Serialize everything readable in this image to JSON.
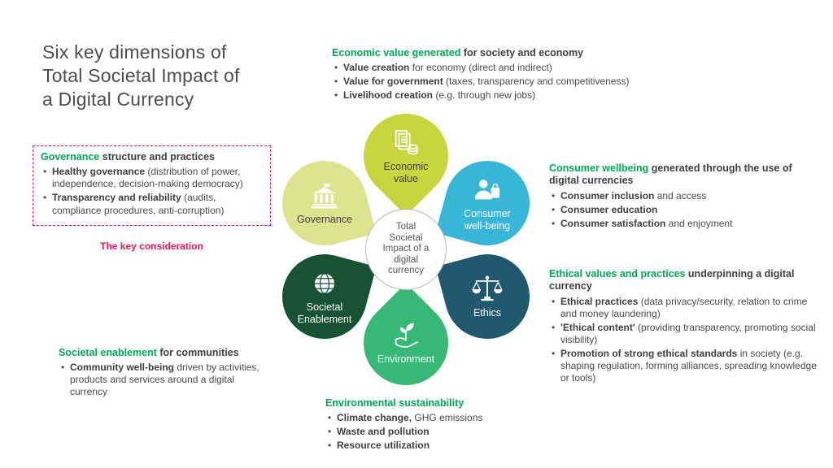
{
  "title": "Six key dimensions of\nTotal Societal Impact of\na Digital Currency",
  "colors": {
    "heading_green": "#00a859",
    "accent_red": "#e6195e",
    "title_text": "#4a5049",
    "body_text": "#4a4a4a",
    "petal_economic": "#c9d53d",
    "petal_consumer": "#38b6d8",
    "petal_ethics": "#20586e",
    "petal_environment": "#37b877",
    "petal_societal": "#175233",
    "petal_governance": "#dce48f",
    "center_bg": "#ffffff"
  },
  "center": {
    "label": "Total\nSocietal\nImpact of a\ndigital\ncurrency"
  },
  "petals": [
    {
      "label": "Economic\nvalue",
      "icon": "documents-coins-icon",
      "color": "#c9d53d",
      "text_color": "#3f3f3f"
    },
    {
      "label": "Consumer\nwell-being",
      "icon": "consumer-shopper-icon",
      "color": "#38b6d8",
      "text_color": "#ffffff"
    },
    {
      "label": "Ethics",
      "icon": "balance-scale-icon",
      "color": "#20586e",
      "text_color": "#ffffff"
    },
    {
      "label": "Environment",
      "icon": "hand-plant-icon",
      "color": "#37b877",
      "text_color": "#ffffff"
    },
    {
      "label": "Societal\nEnablement",
      "icon": "globe-icon",
      "color": "#175233",
      "text_color": "#ffffff"
    },
    {
      "label": "Governance",
      "icon": "bank-icon",
      "color": "#dce48f",
      "text_color": "#3f3f3f"
    }
  ],
  "callouts": {
    "economic": {
      "highlight": "Economic value generated",
      "rest": " for society and economy",
      "bullets": [
        {
          "bold": "Value creation",
          "rest": " for economy (direct and indirect)"
        },
        {
          "bold": "Value for government",
          "rest": " (taxes, transparency and competitiveness)"
        },
        {
          "bold": "Livelihood creation",
          "rest": " (e.g. through new jobs)"
        }
      ]
    },
    "consumer": {
      "highlight": "Consumer wellbeing",
      "rest": " generated through the use of digital currencies",
      "bullets": [
        {
          "bold": "Consumer inclusion",
          "rest": " and access"
        },
        {
          "bold": "Consumer education",
          "rest": ""
        },
        {
          "bold": "Consumer satisfaction",
          "rest": " and enjoyment"
        }
      ]
    },
    "ethics": {
      "highlight": "Ethical values and practices",
      "rest": " underpinning a digital currency",
      "bullets": [
        {
          "bold": "Ethical practices",
          "rest": " (data privacy/security, relation to crime and money laundering)"
        },
        {
          "bold": "'Ethical content'",
          "rest": " (providing transparency, promoting social visibility)"
        },
        {
          "bold": "Promotion of strong ethical standards",
          "rest": " in society (e.g. shaping regulation, forming alliances, spreading knowledge or tools)"
        }
      ]
    },
    "environment": {
      "highlight": "Environmental sustainability",
      "rest": "",
      "bullets": [
        {
          "bold": "Climate change,",
          "rest": " GHG emissions"
        },
        {
          "bold": "Waste and pollution",
          "rest": ""
        },
        {
          "bold": "Resource utilization",
          "rest": ""
        }
      ]
    },
    "societal": {
      "highlight": "Societal enablement",
      "rest": " for communities",
      "bullets": [
        {
          "bold": "Community well-being",
          "rest": " driven by activities, products and services around a digital currency"
        }
      ]
    },
    "governance": {
      "highlight": "Governance",
      "rest": " structure and practices",
      "bullets": [
        {
          "bold": "Healthy governance",
          "rest": " (distribution of power, independence, decision-making democracy)"
        },
        {
          "bold": "Transparency and reliability",
          "rest": " (audits, compliance procedures, anti-corruption)"
        }
      ],
      "note": "The key consideration"
    }
  }
}
